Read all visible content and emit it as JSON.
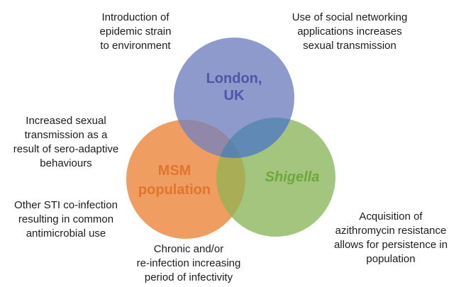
{
  "page": {
    "background": "#ffffff",
    "annotation_text_color": "#1c1c1c"
  },
  "diagram": {
    "type": "venn",
    "sets": {
      "london": {
        "name": "London, UK",
        "line1": "London,",
        "line2": "UK",
        "fill": "#8e99cc",
        "label_color": "#4d56a8"
      },
      "msm": {
        "name": "MSM population",
        "line1": "MSM",
        "line2": "population",
        "fill": "#f09d62",
        "label_color": "#e0762b"
      },
      "shigella": {
        "name": "Shigella",
        "line1": "Shigella",
        "fill": "#a3c57d",
        "label_color": "#6fa63d"
      }
    },
    "overlaps": {
      "london_msm": "#9187a8",
      "london_shigella": "#6189b6",
      "msm_shigella": "#a9ad55",
      "all_three": "#5d82ab"
    },
    "annotations": {
      "introduction": {
        "line1": "Introduction of",
        "line2": "epidemic strain",
        "line3": "to environment"
      },
      "social": {
        "line1": "Use of social networking",
        "line2": "applications increases",
        "line3": "sexual transmission"
      },
      "increased": {
        "line1": "Increased sexual",
        "line2": "transmission as a",
        "line3": "result of sero-adaptive",
        "line4": "behaviours"
      },
      "other_sti": {
        "line1": "Other STI co-infection",
        "line2": "resulting in common",
        "line3": "antimicrobial use"
      },
      "chronic": {
        "line1": "Chronic and/or",
        "line2": "re-infection increasing",
        "line3": "period of infectivity"
      },
      "acquisition": {
        "line1": "Acquisition of",
        "line2": "azithromycin resistance",
        "line3": "allows for persistence in",
        "line4": "population"
      }
    }
  }
}
